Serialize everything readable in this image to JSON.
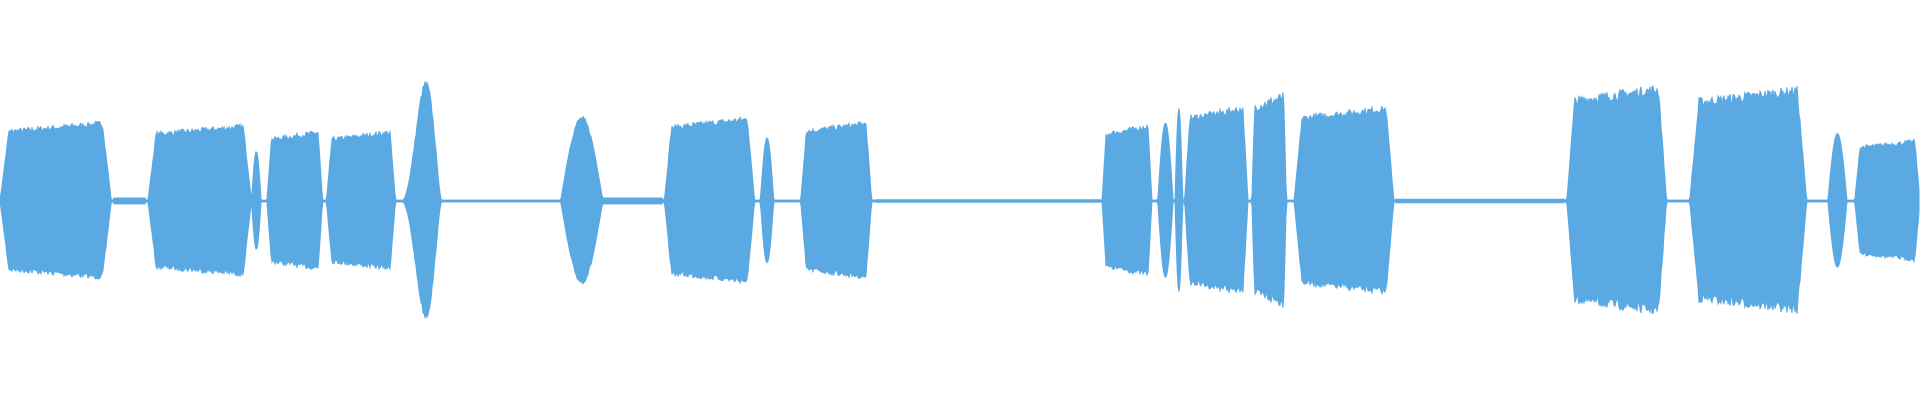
{
  "waveform": {
    "color": "#5aa9e2",
    "background": "#ffffff",
    "min_amplitude": 0.006,
    "segments": [
      {
        "start": 0.0,
        "end": 0.058,
        "amp": 0.52,
        "shape": "plateau",
        "jitter": 0.04
      },
      {
        "start": 0.059,
        "end": 0.076,
        "amp": 0.02,
        "shape": "flat"
      },
      {
        "start": 0.077,
        "end": 0.131,
        "amp": 0.5,
        "shape": "plateau",
        "jitter": 0.04
      },
      {
        "start": 0.131,
        "end": 0.136,
        "amp": 0.33,
        "shape": "bump"
      },
      {
        "start": 0.139,
        "end": 0.168,
        "amp": 0.46,
        "shape": "plateau",
        "jitter": 0.04
      },
      {
        "start": 0.17,
        "end": 0.206,
        "amp": 0.46,
        "shape": "plateau",
        "jitter": 0.04
      },
      {
        "start": 0.209,
        "end": 0.23,
        "amp": 0.78,
        "shape": "peak",
        "jitter": 0.03
      },
      {
        "start": 0.292,
        "end": 0.314,
        "amp": 0.55,
        "shape": "bump",
        "jitter": 0.03
      },
      {
        "start": 0.346,
        "end": 0.393,
        "amp": 0.55,
        "shape": "plateau",
        "jitter": 0.04
      },
      {
        "start": 0.396,
        "end": 0.403,
        "amp": 0.42,
        "shape": "bump"
      },
      {
        "start": 0.417,
        "end": 0.454,
        "amp": 0.52,
        "shape": "plateau",
        "jitter": 0.04
      },
      {
        "start": 0.574,
        "end": 0.6,
        "amp": 0.5,
        "shape": "plateau",
        "jitter": 0.04
      },
      {
        "start": 0.603,
        "end": 0.611,
        "amp": 0.52,
        "shape": "bump"
      },
      {
        "start": 0.612,
        "end": 0.616,
        "amp": 0.62,
        "shape": "bump"
      },
      {
        "start": 0.617,
        "end": 0.65,
        "amp": 0.62,
        "shape": "plateau",
        "jitter": 0.04
      },
      {
        "start": 0.652,
        "end": 0.67,
        "amp": 0.7,
        "shape": "plateau",
        "jitter": 0.05
      },
      {
        "start": 0.674,
        "end": 0.726,
        "amp": 0.62,
        "shape": "plateau",
        "jitter": 0.04
      },
      {
        "start": 0.816,
        "end": 0.868,
        "amp": 0.75,
        "shape": "plateau",
        "jitter": 0.05
      },
      {
        "start": 0.88,
        "end": 0.941,
        "amp": 0.74,
        "shape": "plateau",
        "jitter": 0.05
      },
      {
        "start": 0.952,
        "end": 0.962,
        "amp": 0.45,
        "shape": "bump"
      },
      {
        "start": 0.966,
        "end": 1.0,
        "amp": 0.4,
        "shape": "plateau",
        "jitter": 0.04
      }
    ],
    "ramps": [
      {
        "start": 0.3,
        "end": 0.345,
        "amp": 0.02
      },
      {
        "start": 0.456,
        "end": 0.573,
        "amp": 0.008
      },
      {
        "start": 0.727,
        "end": 0.815,
        "amp": 0.012
      }
    ]
  }
}
